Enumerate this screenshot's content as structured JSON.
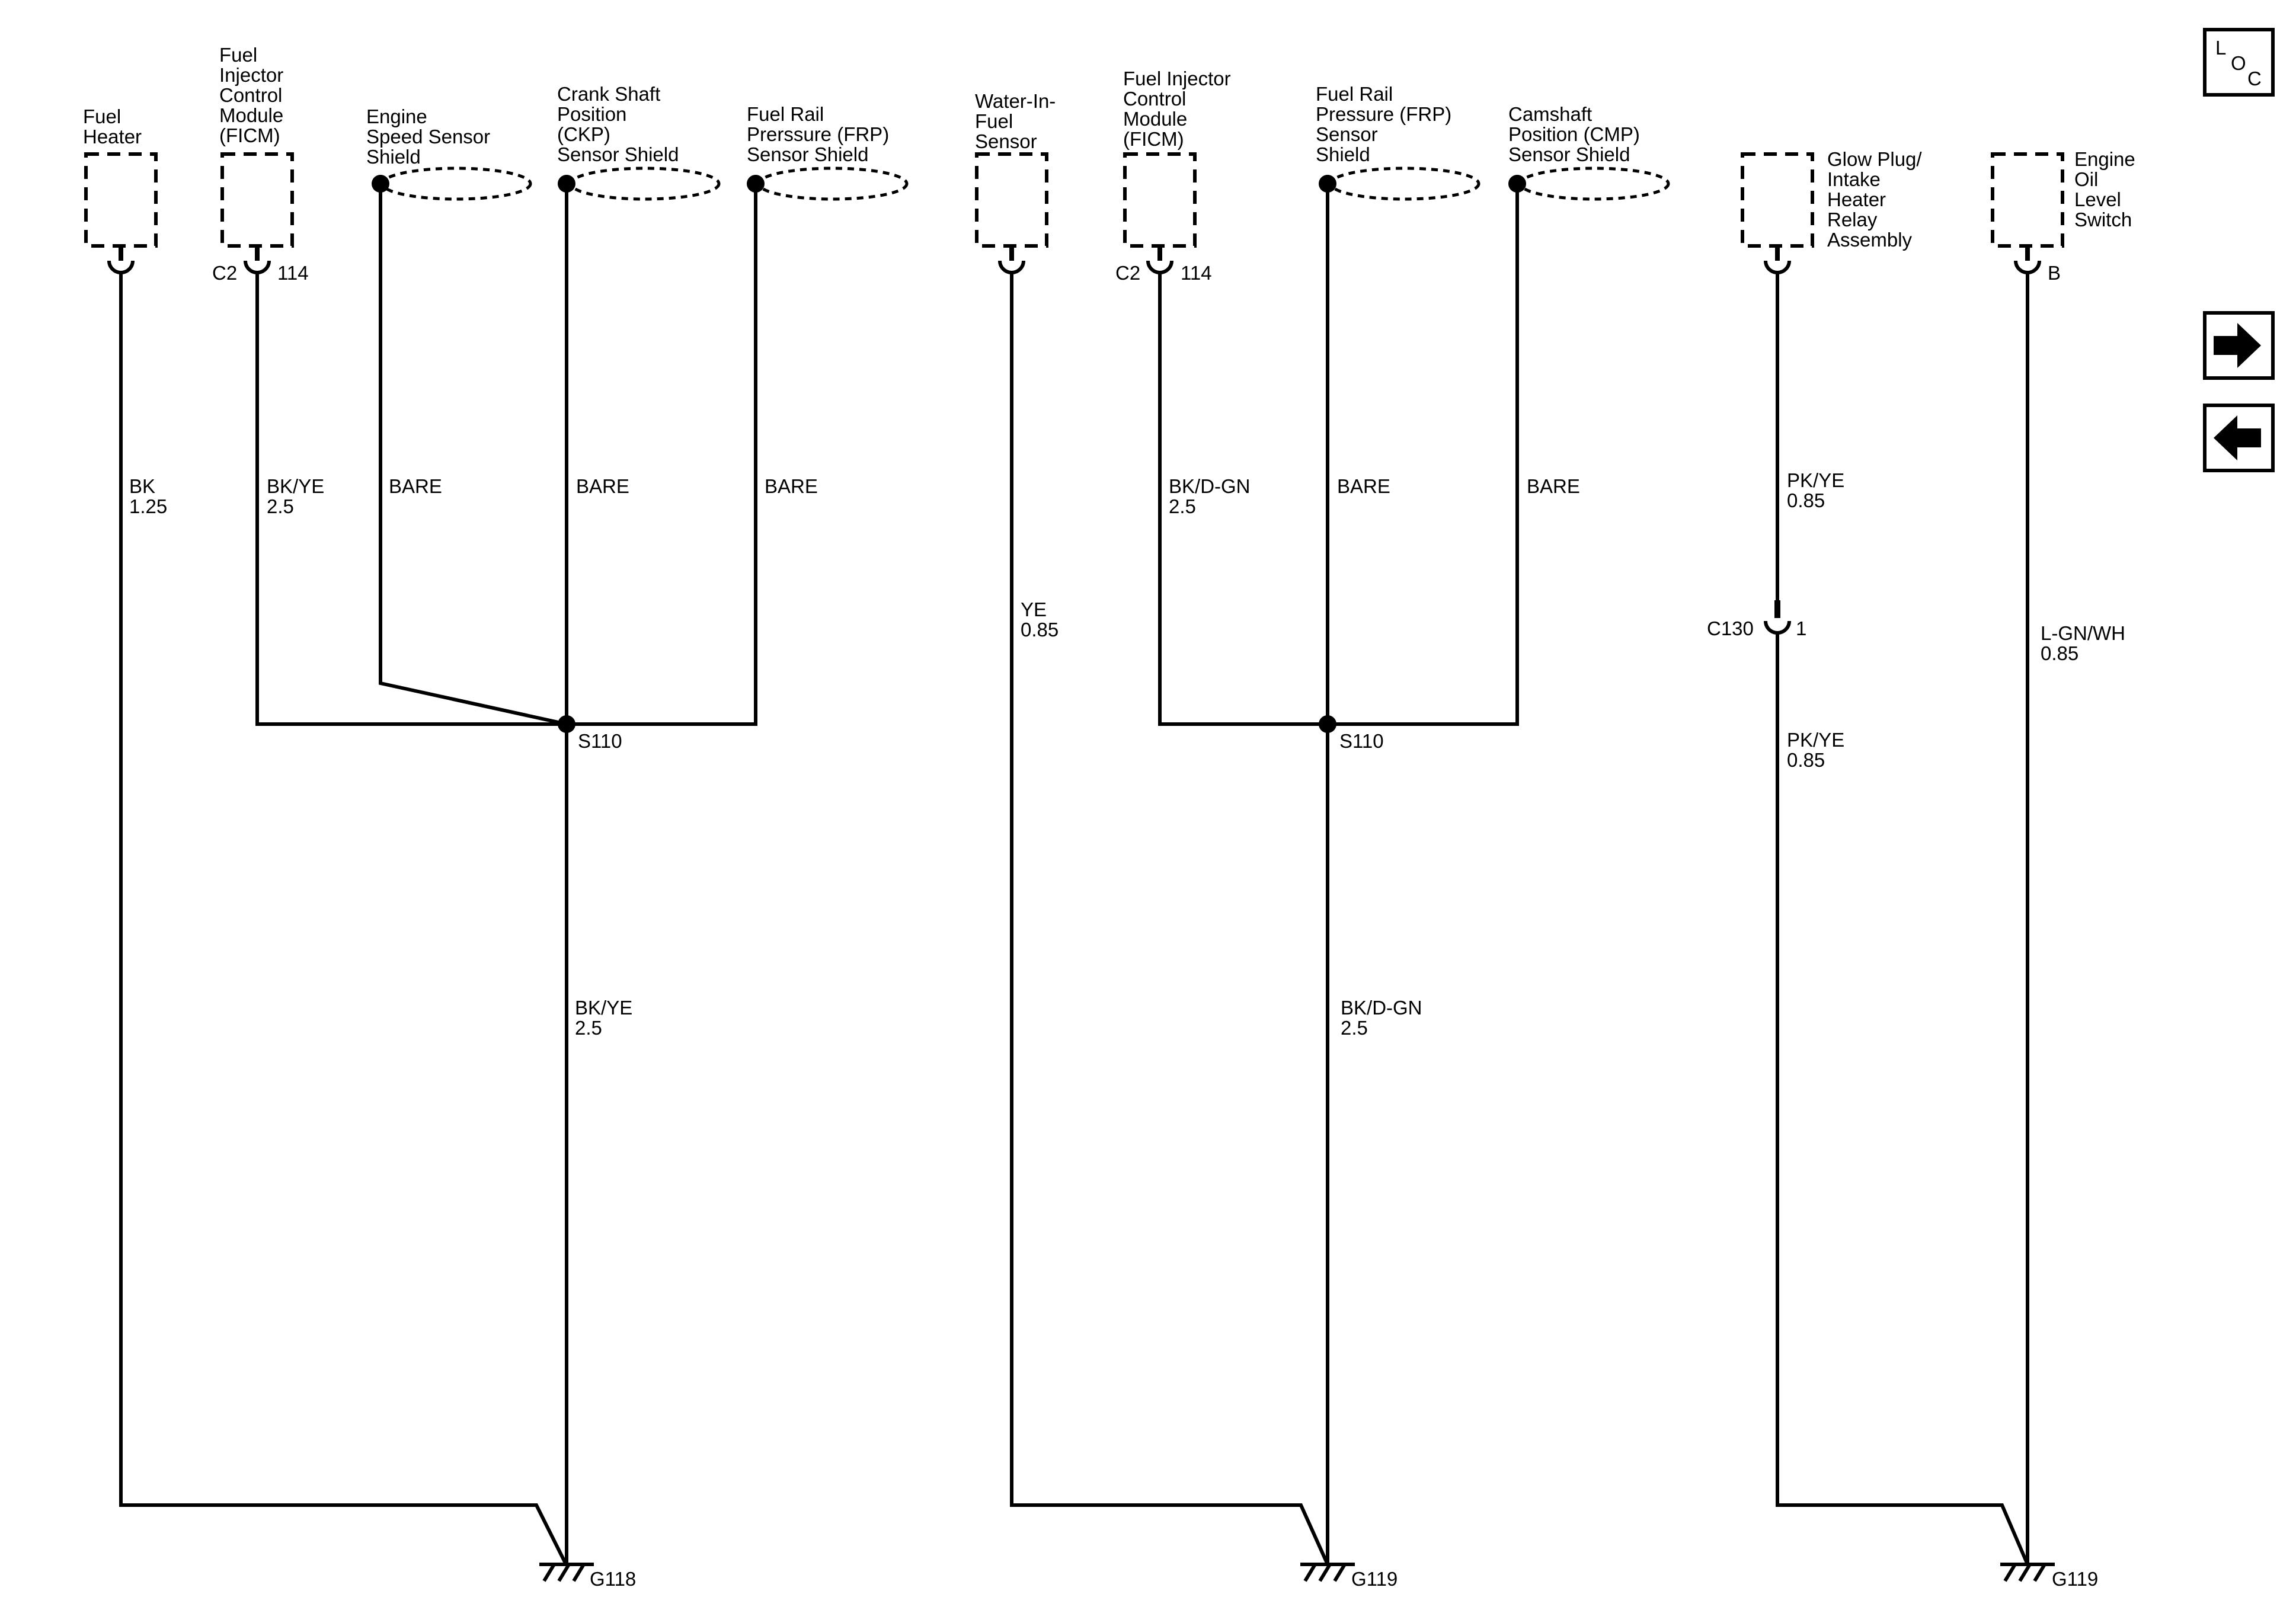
{
  "nav": {
    "loc_letters": [
      "L",
      "O",
      "C"
    ],
    "next_icon": "arrow-right-icon",
    "prev_icon": "arrow-left-icon"
  },
  "components": {
    "fuel_heater": [
      "Fuel",
      "Heater"
    ],
    "ficm_1": [
      "Fuel",
      "Injector",
      "Control",
      "Module",
      "(FICM)"
    ],
    "esss": [
      "Engine",
      "Speed Sensor",
      "Shield"
    ],
    "ckp": [
      "Crank Shaft",
      "Position",
      "(CKP)",
      "Sensor Shield"
    ],
    "frp_1": [
      "Fuel Rail",
      "Prerssure (FRP)",
      "Sensor Shield"
    ],
    "wif": [
      "Water-In-",
      "Fuel",
      "Sensor"
    ],
    "ficm_2": [
      "Fuel Injector",
      "Control",
      "Module",
      "(FICM)"
    ],
    "frp_2": [
      "Fuel Rail",
      "Pressure (FRP)",
      "Sensor",
      "Shield"
    ],
    "cmp": [
      "Camshaft",
      "Position (CMP)",
      "Sensor Shield"
    ],
    "glow": [
      "Glow Plug/",
      "Intake",
      "Heater",
      "Relay",
      "Assembly"
    ],
    "oil": [
      "Engine",
      "Oil",
      "Level",
      "Switch"
    ]
  },
  "connectors": {
    "c2_a": "C2",
    "pin114_a": "114",
    "c2_b": "C2",
    "pin114_b": "114",
    "c130": "C130",
    "c130_pin": "1",
    "oil_pin": "B"
  },
  "wires": {
    "fuel_heater": [
      "BK",
      "1.25"
    ],
    "ficm_1": [
      "BK/YE",
      "2.5"
    ],
    "esss": [
      "BARE"
    ],
    "ckp": [
      "BARE"
    ],
    "frp_1": [
      "BARE"
    ],
    "s110_a_out": [
      "BK/YE",
      "2.5"
    ],
    "wif": [
      "YE",
      "0.85"
    ],
    "ficm_2": [
      "BK/D-GN",
      "2.5"
    ],
    "frp_2": [
      "BARE"
    ],
    "cmp": [
      "BARE"
    ],
    "s110_b_out": [
      "BK/D-GN",
      "2.5"
    ],
    "glow_upper": [
      "PK/YE",
      "0.85"
    ],
    "glow_lower": [
      "PK/YE",
      "0.85"
    ],
    "oil": [
      "L-GN/WH",
      "0.85"
    ]
  },
  "splices": {
    "a": "S110",
    "b": "S110"
  },
  "grounds": {
    "a": "G118",
    "b": "G119",
    "c": "G119"
  }
}
